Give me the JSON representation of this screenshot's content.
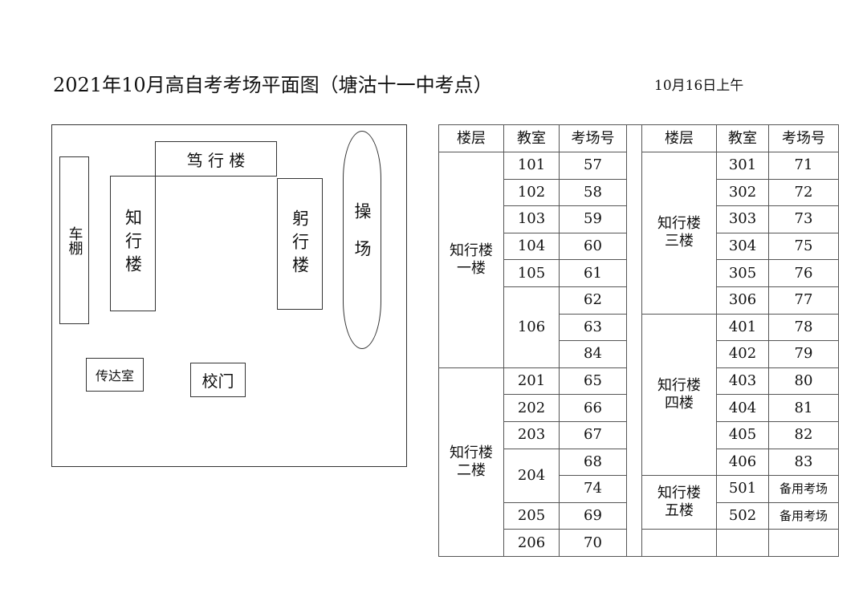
{
  "title": "2021年10月高自考考场平面图（塘沽十一中考点）",
  "date": "10月16日上午",
  "map": {
    "bike_shed": "车棚",
    "zhixing": "知行楼",
    "duxing": "笃 行 楼",
    "gongxing": "躬行楼",
    "playground": "操场",
    "guard_room": "传达室",
    "school_gate": "校门"
  },
  "table": {
    "headers": [
      "楼层",
      "教室",
      "考场号"
    ],
    "left": [
      {
        "floor": "知行楼一楼",
        "rooms": [
          {
            "room": "101",
            "exams": [
              "57"
            ]
          },
          {
            "room": "102",
            "exams": [
              "58"
            ]
          },
          {
            "room": "103",
            "exams": [
              "59"
            ]
          },
          {
            "room": "104",
            "exams": [
              "60"
            ]
          },
          {
            "room": "105",
            "exams": [
              "61"
            ]
          },
          {
            "room": "106",
            "exams": [
              "62",
              "63",
              "84"
            ]
          }
        ]
      },
      {
        "floor": "知行楼二楼",
        "rooms": [
          {
            "room": "201",
            "exams": [
              "65"
            ]
          },
          {
            "room": "202",
            "exams": [
              "66"
            ]
          },
          {
            "room": "203",
            "exams": [
              "67"
            ]
          },
          {
            "room": "204",
            "exams": [
              "68",
              "74"
            ]
          },
          {
            "room": "205",
            "exams": [
              "69"
            ]
          },
          {
            "room": "206",
            "exams": [
              "70"
            ]
          }
        ]
      }
    ],
    "right": [
      {
        "floor": "知行楼三楼",
        "rooms": [
          {
            "room": "301",
            "exams": [
              "71"
            ]
          },
          {
            "room": "302",
            "exams": [
              "72"
            ]
          },
          {
            "room": "303",
            "exams": [
              "73"
            ]
          },
          {
            "room": "304",
            "exams": [
              "75"
            ]
          },
          {
            "room": "305",
            "exams": [
              "76"
            ]
          },
          {
            "room": "306",
            "exams": [
              "77"
            ]
          }
        ]
      },
      {
        "floor": "知行楼四楼",
        "rooms": [
          {
            "room": "401",
            "exams": [
              "78"
            ]
          },
          {
            "room": "402",
            "exams": [
              "79"
            ]
          },
          {
            "room": "403",
            "exams": [
              "80"
            ]
          },
          {
            "room": "404",
            "exams": [
              "81"
            ]
          },
          {
            "room": "405",
            "exams": [
              "82"
            ]
          },
          {
            "room": "406",
            "exams": [
              "83"
            ]
          }
        ]
      },
      {
        "floor": "知行楼五楼",
        "rooms": [
          {
            "room": "501",
            "exams": [
              "备用考场"
            ]
          },
          {
            "room": "502",
            "exams": [
              "备用考场"
            ]
          }
        ]
      }
    ]
  }
}
